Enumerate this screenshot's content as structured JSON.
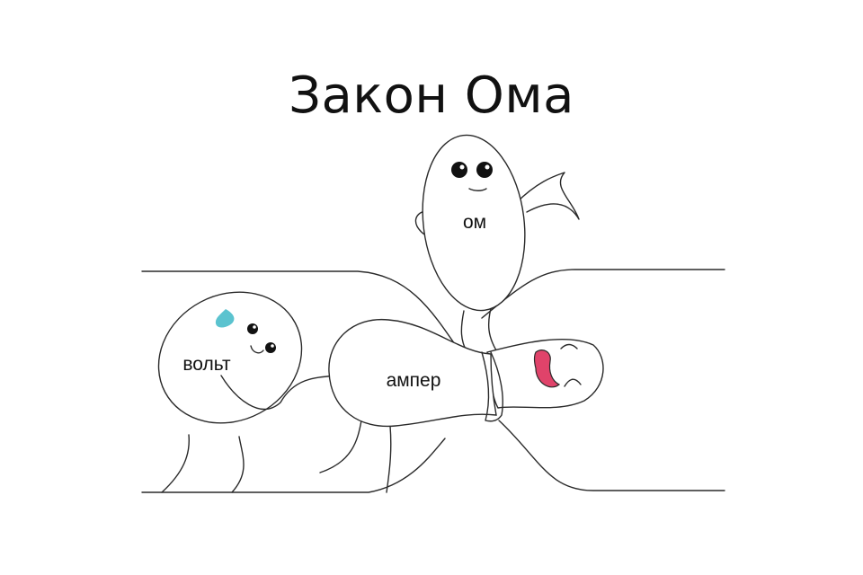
{
  "title": "Закон Ома",
  "characters": {
    "ohm": {
      "label": "ом"
    },
    "volt": {
      "label": "вольт"
    },
    "ampere": {
      "label": "ампер"
    }
  },
  "colors": {
    "sweat_drop": "#5bc3cf",
    "mouth": "#e0436a"
  }
}
